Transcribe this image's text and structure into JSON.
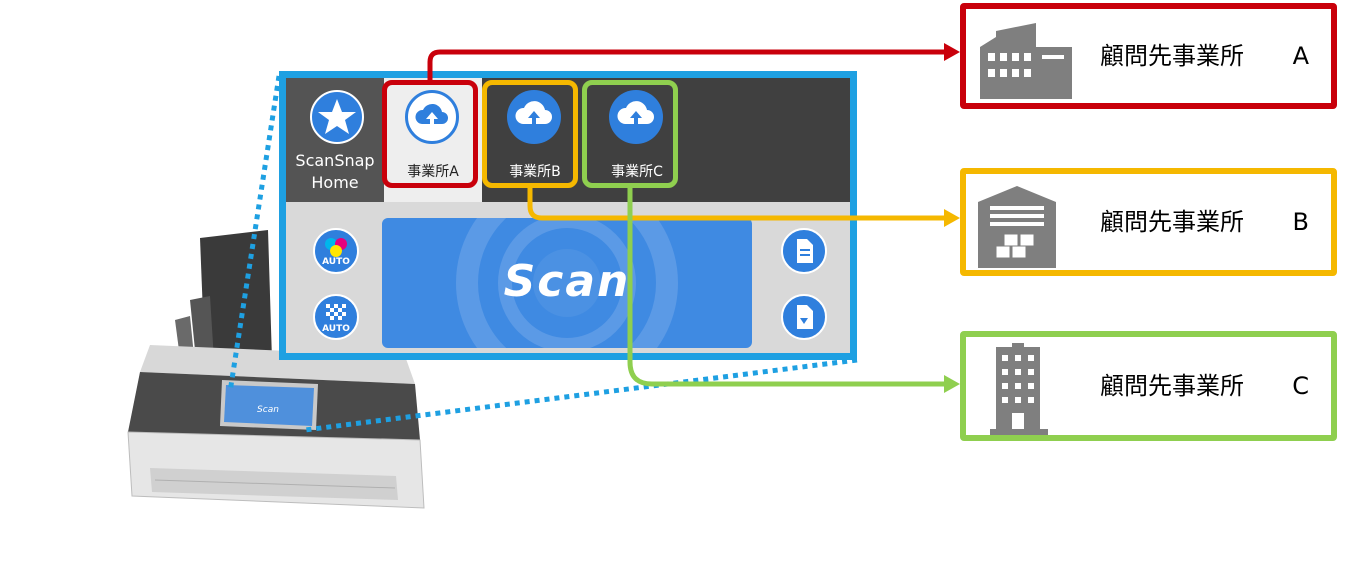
{
  "panel": {
    "home_label": "ScanSnap\nHome",
    "scan_label": "Scan",
    "side_left_top_label": "AUTO",
    "side_left_bottom_label": "AUTO",
    "destinations": [
      {
        "label": "事業所A"
      },
      {
        "label": "事業所B"
      },
      {
        "label": "事業所C"
      }
    ]
  },
  "offices": [
    {
      "name": "顧問先事業所",
      "letter": "A",
      "icon": "office-building-icon",
      "color": "#c9000b"
    },
    {
      "name": "顧問先事業所",
      "letter": "B",
      "icon": "warehouse-icon",
      "color": "#f5b800"
    },
    {
      "name": "顧問先事業所",
      "letter": "C",
      "icon": "high-rise-building-icon",
      "color": "#8fcf4f"
    }
  ],
  "colors": {
    "panel_border": "#1ea0e2",
    "button_blue": "#2f7fdd",
    "icon_gray": "#7f7f7f"
  }
}
